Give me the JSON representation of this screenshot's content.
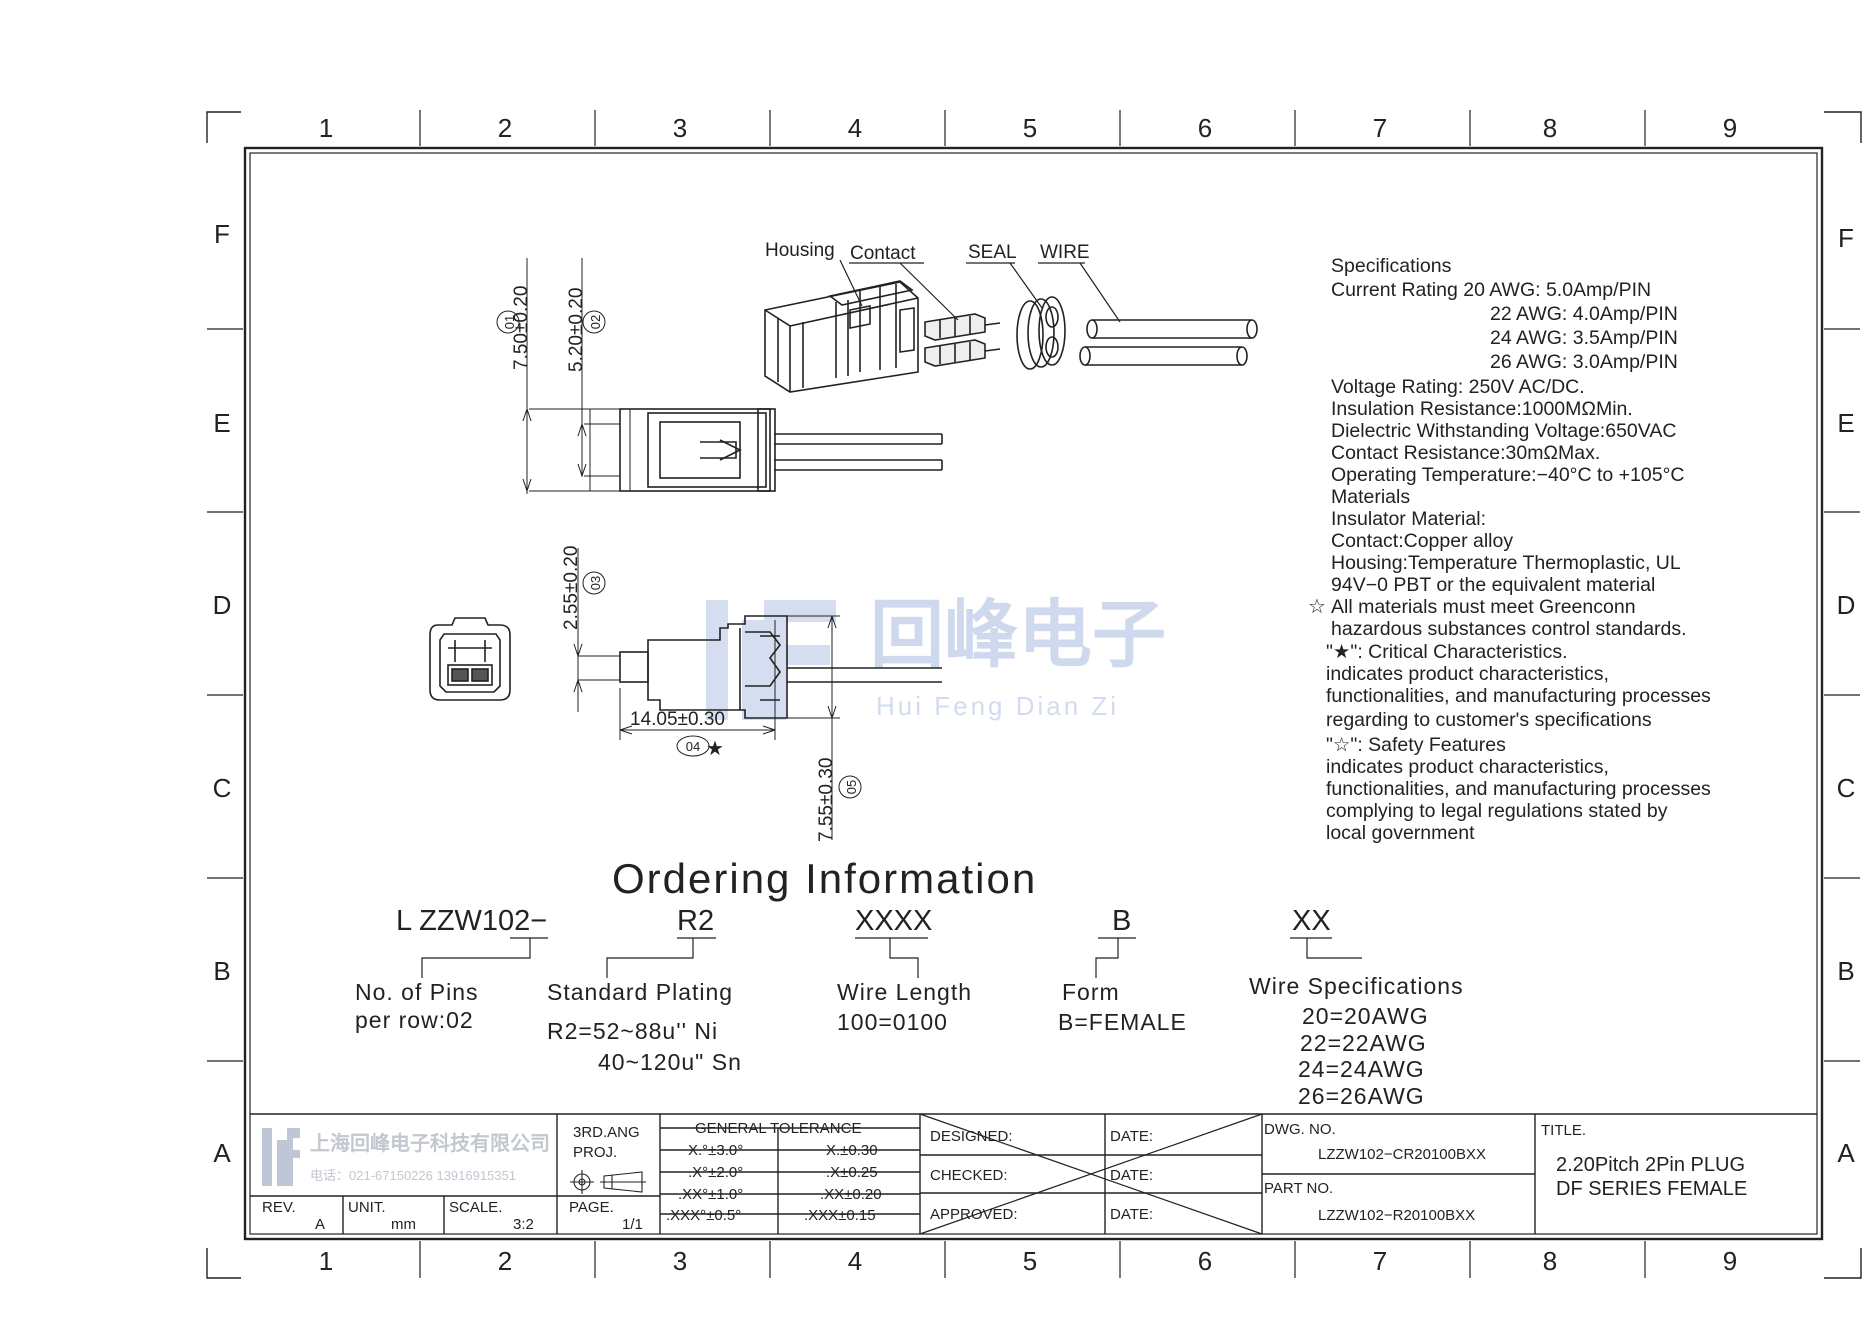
{
  "grid": {
    "columns": [
      "1",
      "2",
      "3",
      "4",
      "5",
      "6",
      "7",
      "8",
      "9"
    ],
    "rows": [
      "F",
      "E",
      "D",
      "C",
      "B",
      "A"
    ]
  },
  "callouts": {
    "housing": "Housing",
    "contact": "Contact",
    "seal": "SEAL",
    "wire": "WIRE"
  },
  "dimensions": {
    "d1": {
      "value": "7.50±0.20",
      "tag": "01"
    },
    "d2": {
      "value": "5.20±0.20",
      "tag": "02"
    },
    "d3": {
      "value": "2.55±0.20",
      "tag": "03"
    },
    "d4": {
      "value": "14.05±0.30",
      "tag": "04"
    },
    "d5": {
      "value": "7.55±0.30",
      "tag": "05"
    }
  },
  "watermark": {
    "cn": "回峰电子",
    "pinyin": "Hui Feng Dian Zi"
  },
  "specifications": {
    "lines": [
      "Specifications",
      "Current  Rating  20  AWG:  5.0Amp/PIN",
      "22  AWG:  4.0Amp/PIN",
      "24  AWG:  3.5Amp/PIN",
      "26  AWG:  3.0Amp/PIN",
      "Voltage  Rating:  250V  AC/DC.",
      "Insulation  Resistance:1000MΩMin.",
      "Dielectric  Withstanding  Voltage:650VAC",
      "Contact  Resistance:30mΩMax.",
      "Operating  Temperature:−40°C  to  +105°C",
      "Materials",
      "Insulator  Material:",
      "Contact:Copper  alloy",
      "Housing:Temperature  Thermoplastic,  UL",
      "94V−0  PBT  or  the  equivalent  material",
      "All  materials  must  meet  Greenconn",
      "hazardous  substances  control  standards.",
      "\"★\":  Critical  Characteristics.",
      "indicates  product  characteristics,",
      "functionalities,  and  manufacturing  processes",
      "regarding  to  customer's  specifications",
      "\"☆\":  Safety  Features",
      "indicates  product  characteristics,",
      "functionalities,  and  manufacturing  processes",
      "complying  to  legal  regulations  stated  by",
      "local  government"
    ],
    "star_mark": "☆"
  },
  "ordering": {
    "title": "Ordering  Information",
    "codes": [
      "L  ZZW102−",
      "R2",
      "XXXX",
      "B",
      "XX"
    ],
    "pins_label": "No.  of  Pins",
    "pins_value": "per  row:02",
    "plating_label": "Standard  Plating",
    "plating_value1": "R2=52~88u''  Ni",
    "plating_value2": "40~120u\"  Sn",
    "length_label": "Wire  Length",
    "length_value": "100=0100",
    "form_label": "Form",
    "form_value": "B=FEMALE",
    "wire_label": "Wire  Specifications",
    "wire_values": [
      "20=20AWG",
      "22=22AWG",
      "24=24AWG",
      "26=26AWG"
    ]
  },
  "title_block": {
    "company": "上海回峰电子科技有限公司",
    "phone": "电话：021-67150226   13916915351",
    "logo": "hf",
    "projection_line1": "3RD.ANG",
    "projection_line2": "PROJ.",
    "tolerance_header": "GENERAL  TOLERANCE",
    "tol_angles": [
      "X.°±3.0°",
      ".X°±2.0°",
      ".XX°±1.0°",
      ".XXX°±0.5°"
    ],
    "tol_linear": [
      "X.±0.30",
      ".X±0.25",
      ".XX±0.20",
      ".XXX±0.15"
    ],
    "designed": "DESIGNED:",
    "checked": "CHECKED:",
    "approved": "APPROVED:",
    "date": "DATE:",
    "rev_label": "REV.",
    "rev_value": "A",
    "unit_label": "UNIT.",
    "unit_value": "mm",
    "scale_label": "SCALE.",
    "scale_value": "3:2",
    "page_label": "PAGE.",
    "page_value": "1/1",
    "dwg_label": "DWG.  NO.",
    "dwg_value": "LZZW102−CR20100BXX",
    "part_label": "PART  NO.",
    "part_value": "LZZW102−R20100BXX",
    "title_label": "TITLE.",
    "title_line1": "2.20Pitch  2Pin  PLUG",
    "title_line2": "DF  SERIES  FEMALE"
  },
  "colors": {
    "line": "#222222",
    "watermark": "#c7d3ec"
  }
}
